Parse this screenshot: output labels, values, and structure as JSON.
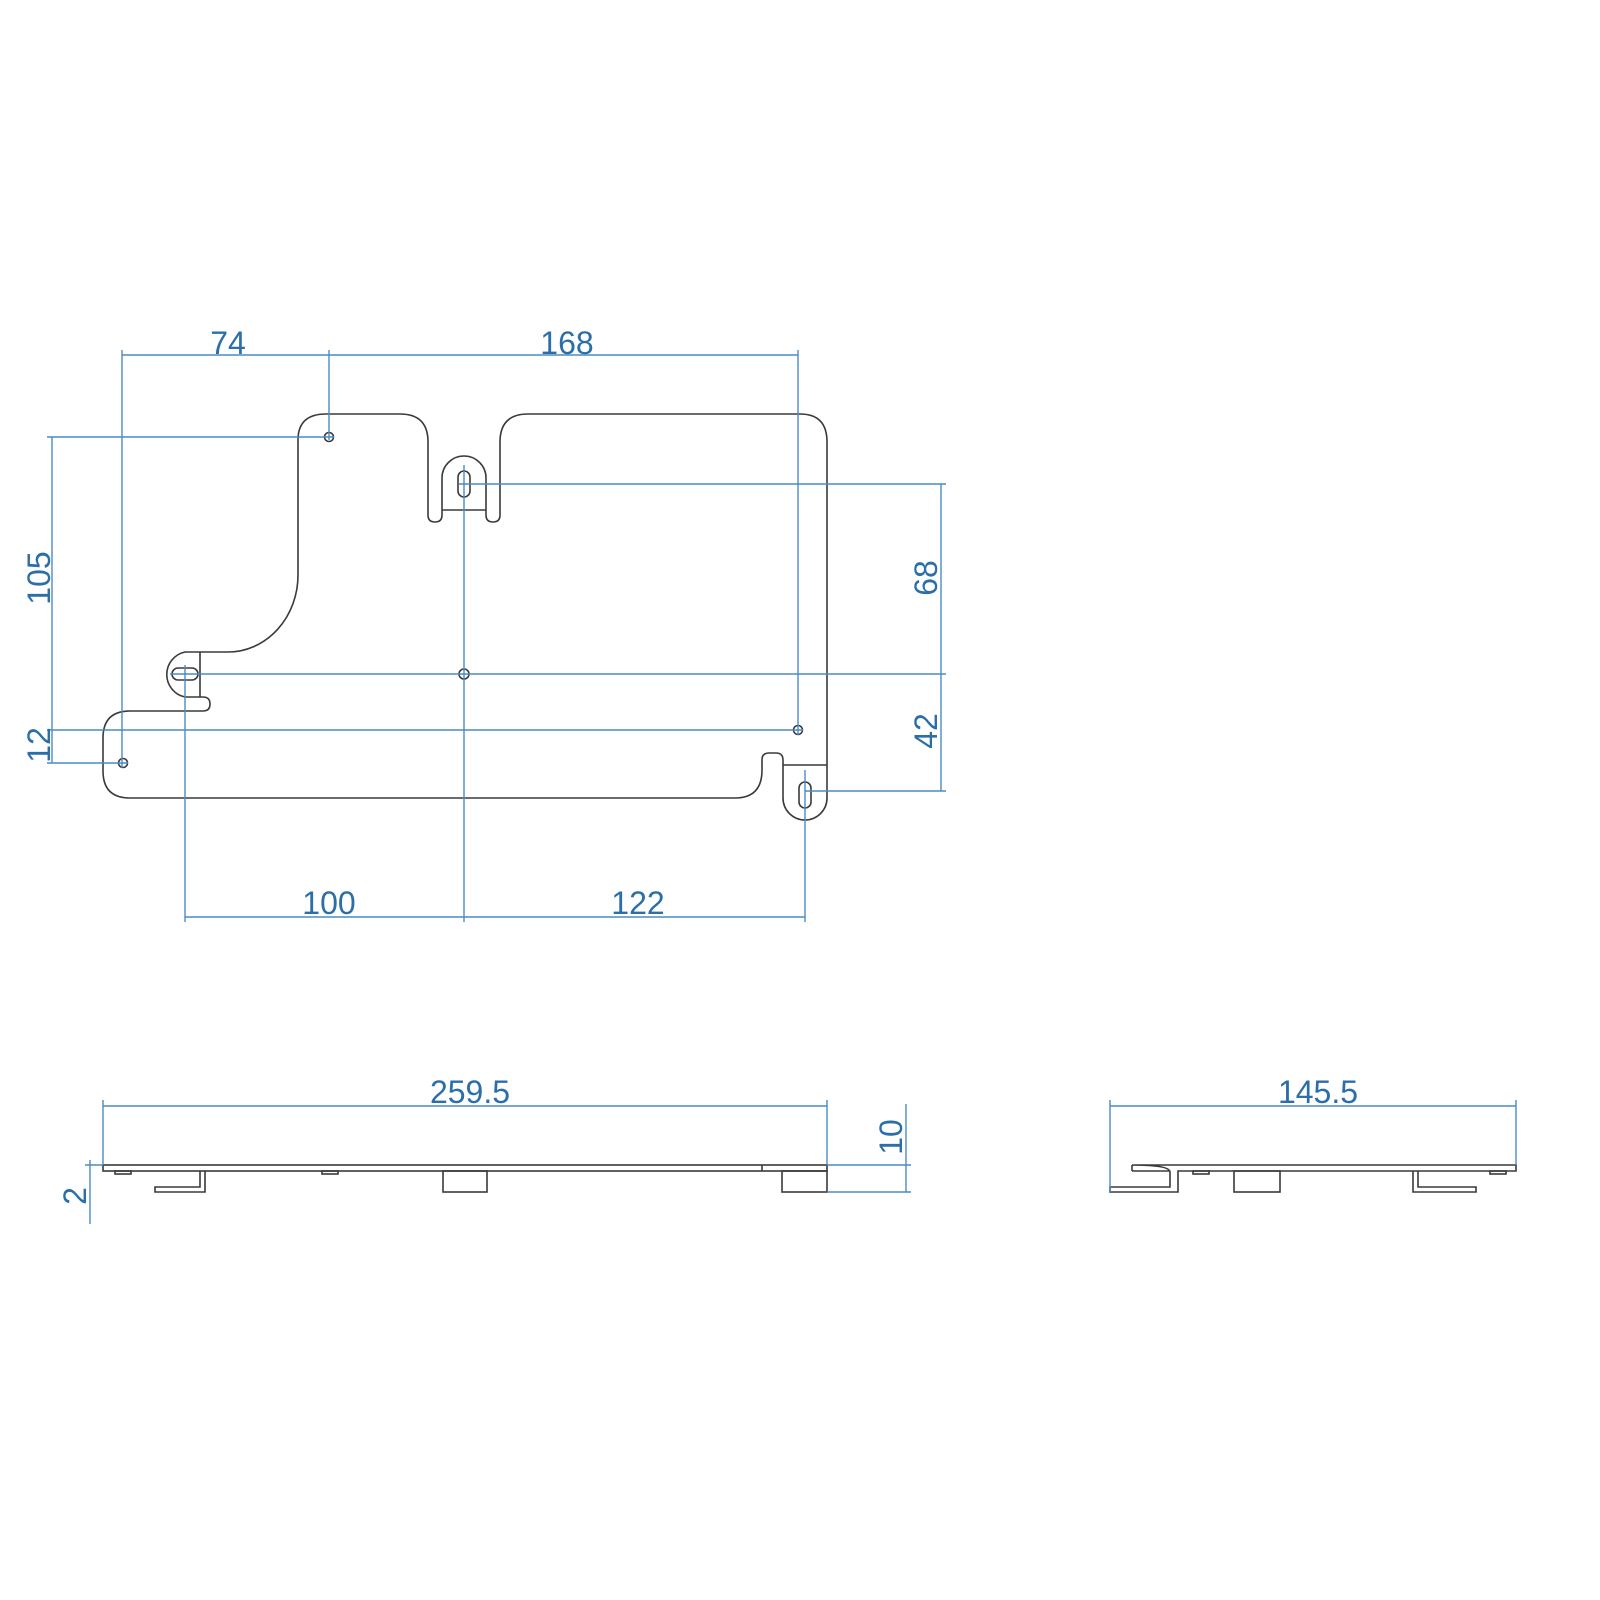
{
  "drawing": {
    "top_view": {
      "dims": {
        "hole_offset_x_left": "74",
        "hole_spacing_x": "168",
        "hole_spacing_y": "105",
        "hole_offset_y_bottom": "12",
        "slot_spacing_y_top": "68",
        "slot_spacing_y_bottom": "42",
        "slot_offset_x_left": "100",
        "slot_offset_x_right": "122"
      }
    },
    "side_view_front": {
      "dims": {
        "overall_length": "259.5",
        "height": "10",
        "thickness": "2"
      }
    },
    "side_view_end": {
      "dims": {
        "overall_width": "145.5"
      }
    }
  },
  "colors": {
    "outline": "#3a3a3a",
    "dimension": "#4a8cc4",
    "dimension_text": "#2b6ea8"
  }
}
